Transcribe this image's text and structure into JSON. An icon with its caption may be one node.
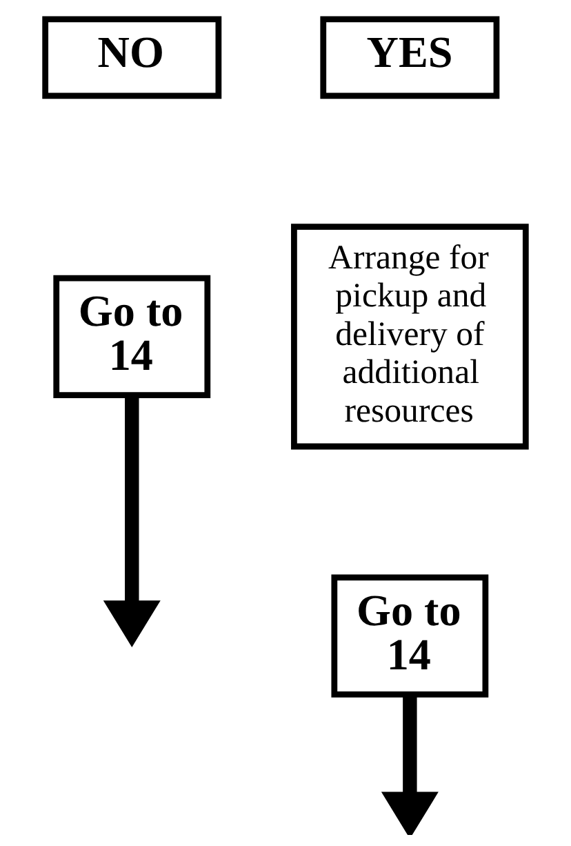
{
  "diagram": {
    "nodes": [
      {
        "text": [
          "NO"
        ]
      },
      {
        "text": [
          "YES"
        ]
      },
      {
        "text": [
          "Go to 14"
        ]
      },
      {
        "text": [
          "Arrange for pickup and delivery of additional resources"
        ]
      },
      {
        "text": [
          "Go to 14"
        ]
      }
    ],
    "edges": [
      {
        "from": 2,
        "to": null,
        "arrow": "to"
      },
      {
        "from": 4,
        "to": null,
        "arrow": "to"
      }
    ]
  }
}
